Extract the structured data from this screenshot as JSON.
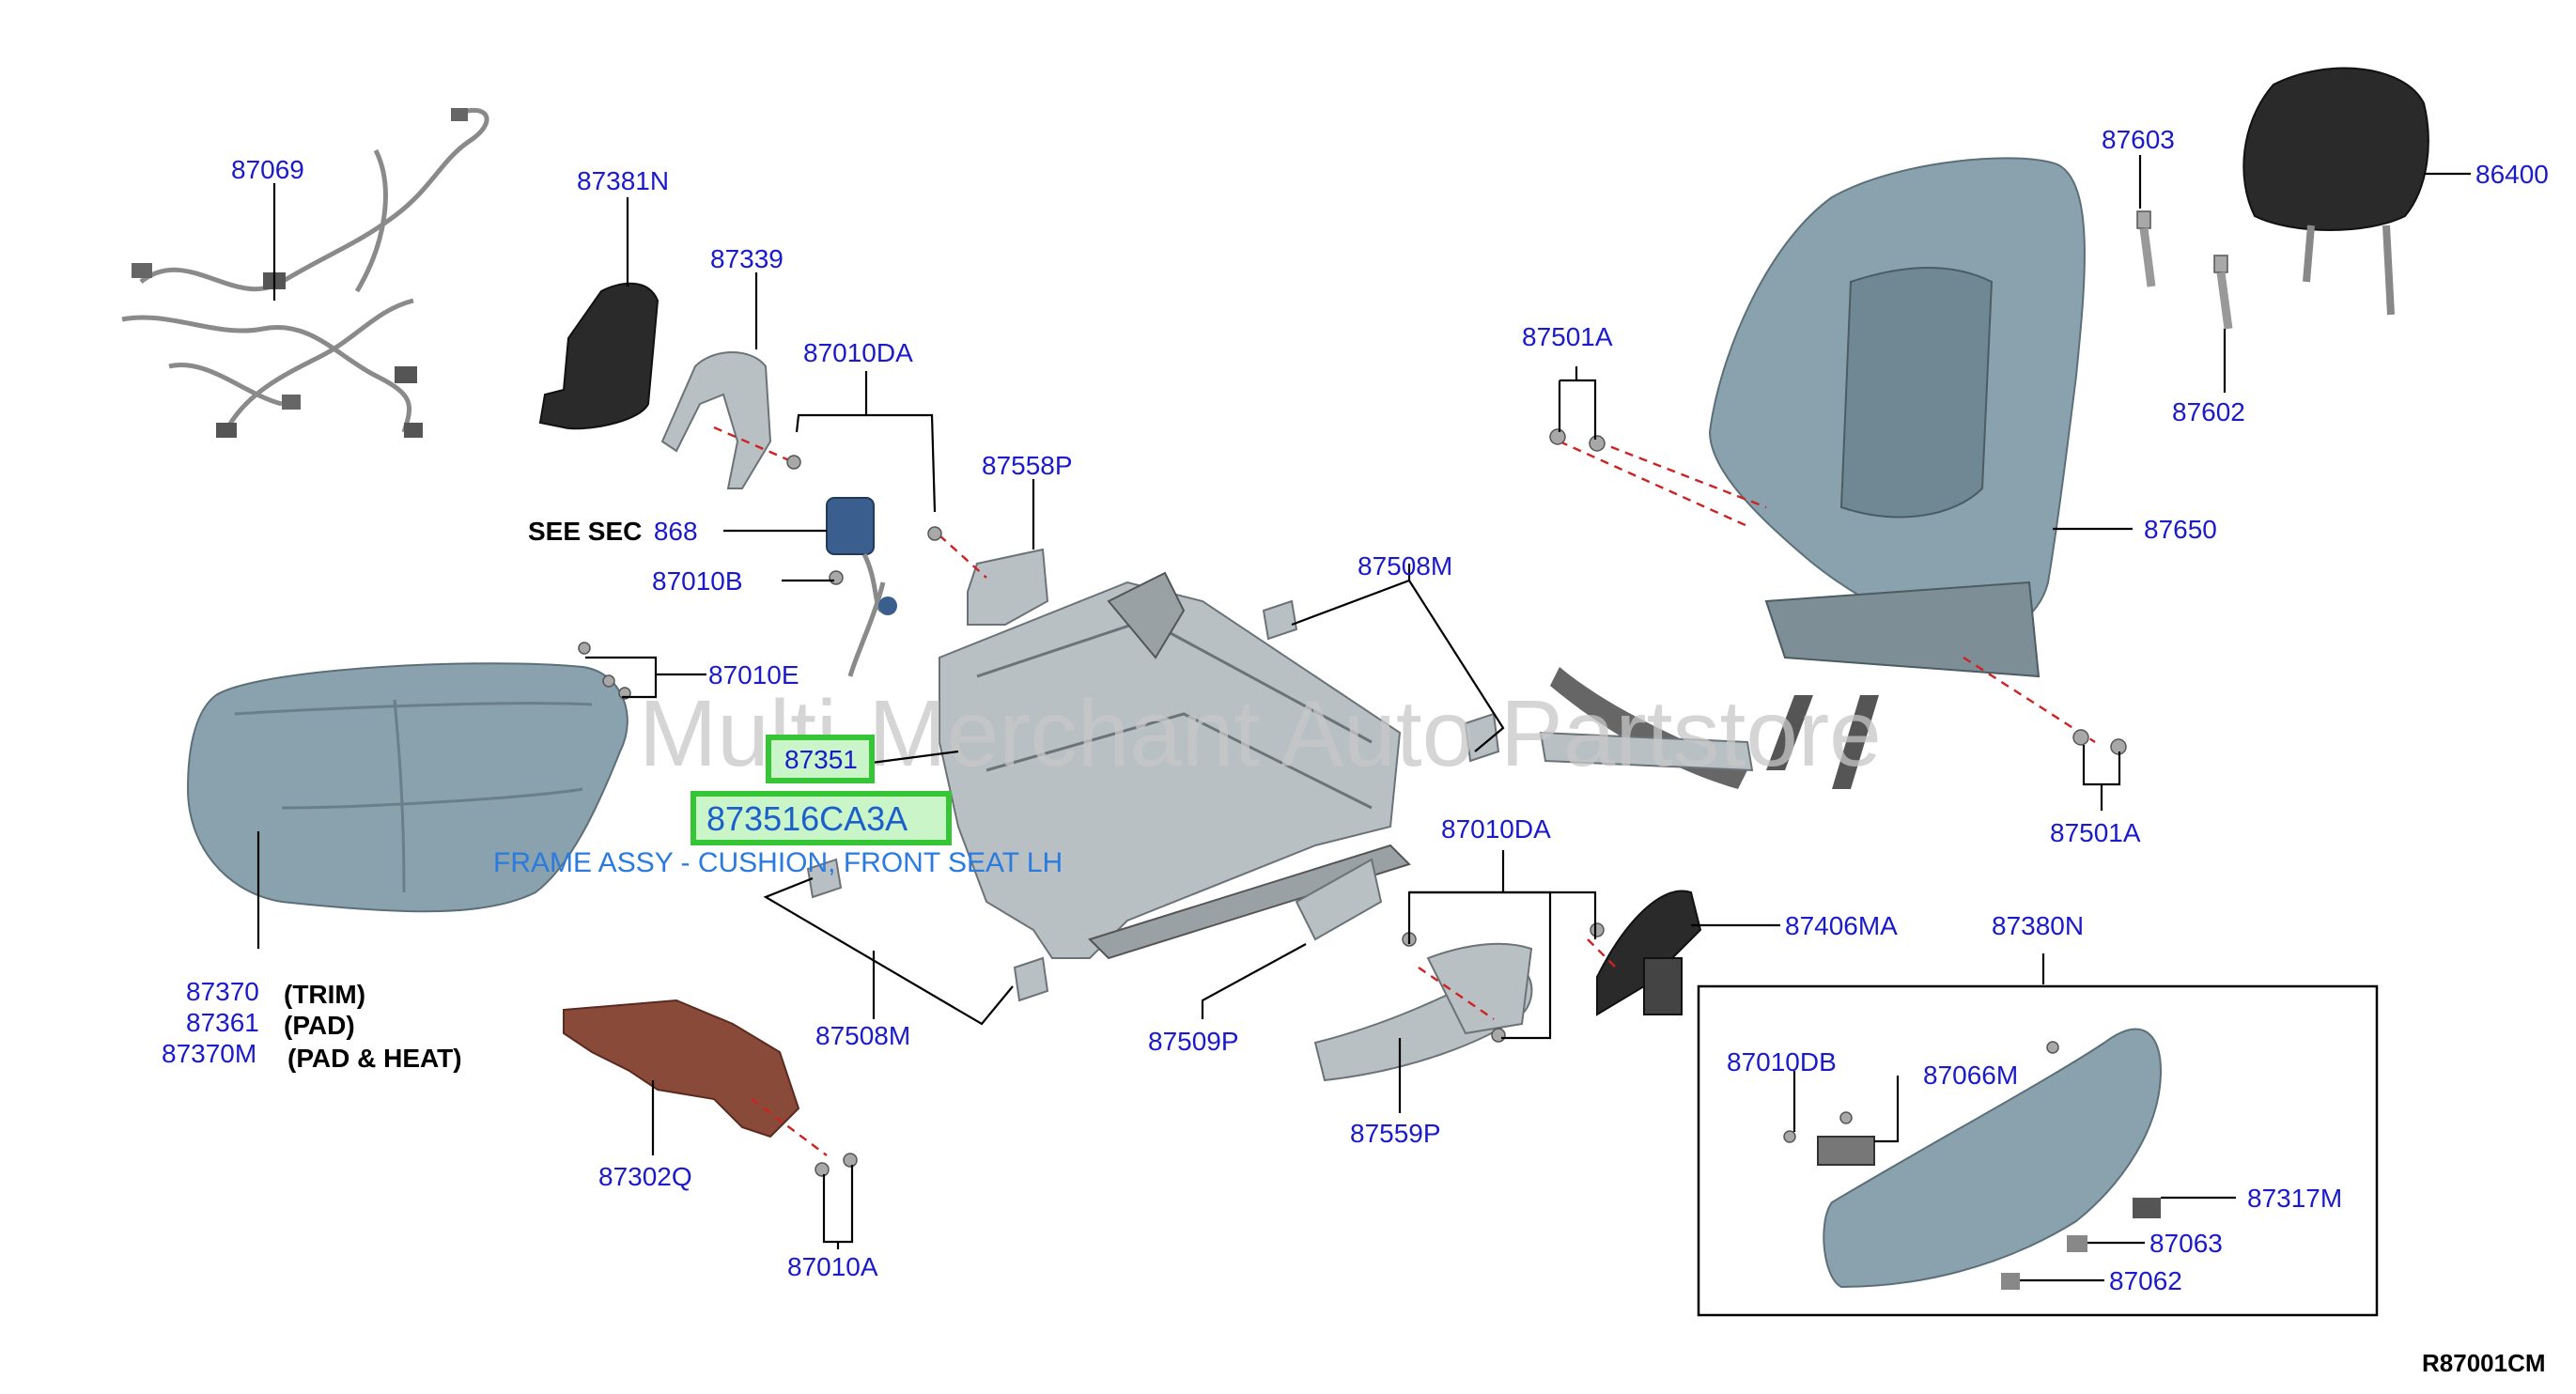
{
  "watermark": "Multi-Merchant Auto Partstore",
  "diagram_ref": "R87001CM",
  "highlight": {
    "part": "87351",
    "part_number": "873516CA3A",
    "description": "FRAME ASSY - CUSHION, FRONT SEAT LH"
  },
  "see_sec": {
    "prefix": "SEE SEC",
    "number": "868"
  },
  "labels": {
    "p87069": "87069",
    "p87381N": "87381N",
    "p87339": "87339",
    "p87010DA_top": "87010DA",
    "p87558P": "87558P",
    "p87010B": "87010B",
    "p87010E": "87010E",
    "p87508M_top": "87508M",
    "p87501A_top": "87501A",
    "p87603": "87603",
    "p86400": "86400",
    "p87602": "87602",
    "p87650": "87650",
    "p87501A_bottom": "87501A",
    "p87370": "87370",
    "p87361": "87361",
    "p87370M": "87370M",
    "trim": "(TRIM)",
    "pad": "(PAD)",
    "pad_heat": "(PAD & HEAT)",
    "p87508M_bottom": "87508M",
    "p87509P": "87509P",
    "p87010DA_bottom": "87010DA",
    "p87559P": "87559P",
    "p87406MA": "87406MA",
    "p87380N": "87380N",
    "p87010DB": "87010DB",
    "p87066M": "87066M",
    "p87317M": "87317M",
    "p87063": "87063",
    "p87062": "87062",
    "p87302Q": "87302Q",
    "p87010A": "87010A"
  },
  "colors": {
    "part_label": "#1a1acc",
    "highlight_box": "#35c535",
    "highlight_fill": "#c9f5c9",
    "description": "#2a7ae0",
    "fastener_dash": "#cc2222"
  }
}
